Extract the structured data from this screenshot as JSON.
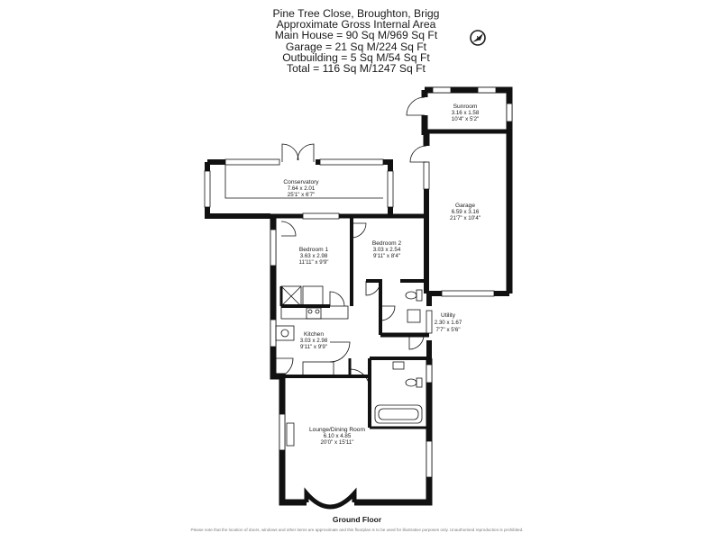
{
  "header": {
    "lines": [
      "Pine Tree Close, Broughton, Brigg",
      "Approximate Gross Internal Area",
      "Main House = 90 Sq M/969 Sq Ft",
      "Garage = 21 Sq M/224 Sq Ft",
      "Outbuilding = 5 Sq M/54 Sq Ft",
      "Total = 116 Sq M/1247 Sq Ft"
    ]
  },
  "compass": {
    "icon": "north-arrow-icon",
    "label": "N"
  },
  "rooms": {
    "sunroom": {
      "name": "Sunroom",
      "metric": "3.16 x 1.58",
      "imperial": "10'4\" x 5'2\""
    },
    "conservatory": {
      "name": "Conservatory",
      "metric": "7.64 x 2.01",
      "imperial": "25'1\" x 6'7\""
    },
    "garage": {
      "name": "Garage",
      "metric": "6.59 x 3.16",
      "imperial": "21'7\" x 10'4\""
    },
    "bedroom1": {
      "name": "Bedroom 1",
      "metric": "3.63 x 2.98",
      "imperial": "11'11\" x 9'9\""
    },
    "bedroom2": {
      "name": "Bedroom 2",
      "metric": "3.03 x 2.54",
      "imperial": "9'11\" x 8'4\""
    },
    "utility": {
      "name": "Utility",
      "metric": "2.30 x 1.67",
      "imperial": "7'7\" x 5'6\""
    },
    "kitchen": {
      "name": "Kitchen",
      "metric": "3.03 x 2.98",
      "imperial": "9'11\" x 9'9\""
    },
    "lounge": {
      "name": "Lounge/Dining Room",
      "metric": "6.10 x 4.85",
      "imperial": "20'0\" x 15'11\""
    }
  },
  "floor_title": "Ground Floor",
  "disclaimer": "Please note that the location of doors, windows and other items are approximate and this floorplan is to be used for illustrative purposes only. Unauthorised reproduction is prohibited."
}
